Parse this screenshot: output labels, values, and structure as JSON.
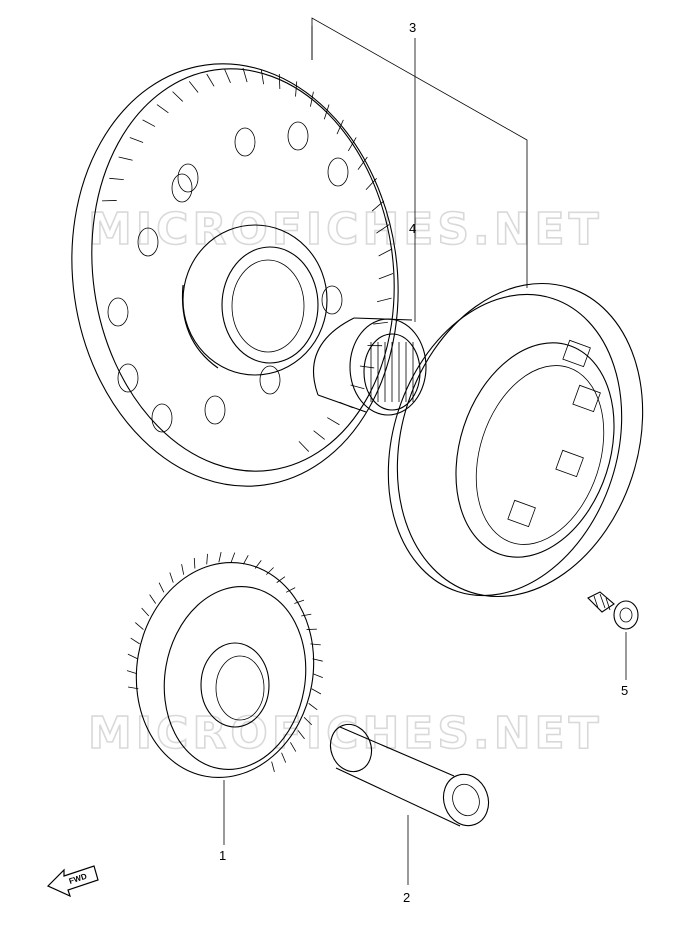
{
  "diagram": {
    "callouts": [
      {
        "id": "3",
        "label": "3"
      },
      {
        "id": "4",
        "label": "4"
      },
      {
        "id": "5",
        "label": "5"
      },
      {
        "id": "1",
        "label": "1"
      },
      {
        "id": "2",
        "label": "2"
      }
    ],
    "watermark": "MICROFICHES.NET",
    "direction_badge": "FWD"
  },
  "colors": {
    "line": "#000000",
    "watermark": "#d9d9d9",
    "background": "#ffffff"
  }
}
